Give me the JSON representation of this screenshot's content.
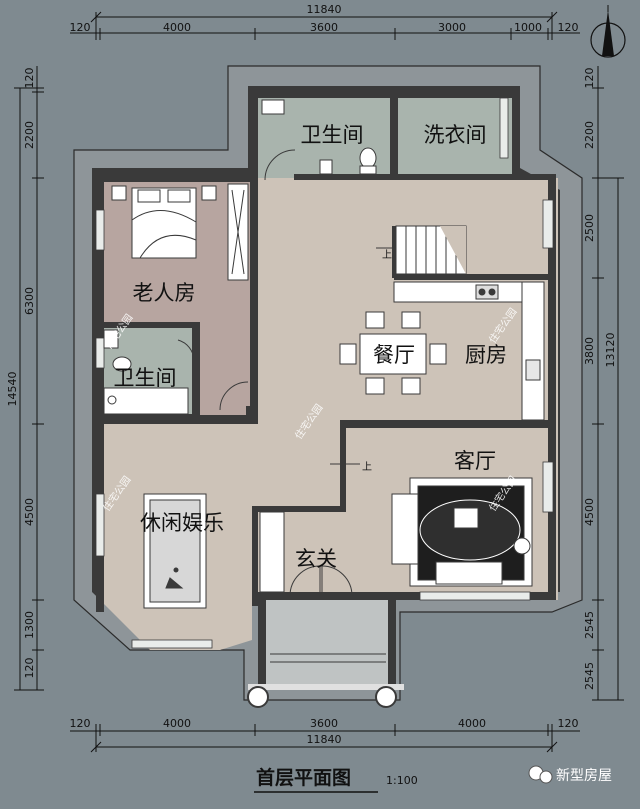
{
  "dimensions": {
    "top_total": "11840",
    "top_segments": [
      "120",
      "4000",
      "3600",
      "3000",
      "1000",
      "120"
    ],
    "bottom_total": "11840",
    "bottom_segments": [
      "120",
      "4000",
      "3600",
      "4000",
      "120"
    ],
    "left_total": "14540",
    "left_segments": [
      "120",
      "2200",
      "6300",
      "4500",
      "1300",
      "120"
    ],
    "right_total": "13120",
    "right_segments": [
      "120",
      "2200",
      "2500",
      "3800",
      "4500",
      "2545",
      "2545"
    ]
  },
  "rooms": {
    "bathroom_top": "卫生间",
    "laundry": "洗衣间",
    "elder_room": "老人房",
    "bathroom_left": "卫生间",
    "dining": "餐厅",
    "kitchen": "厨房",
    "living": "客厅",
    "leisure": "休闲娱乐",
    "foyer": "玄关"
  },
  "stairs_mark": "上",
  "entry_mark": "上",
  "watermark": "住宅公园",
  "title": "首层平面图",
  "scale": "1:100",
  "brand": "新型房屋",
  "colors": {
    "background": "#7f8a90",
    "floor_beige": "#cdc3b8",
    "elder_room": "#b7a5a0",
    "wet_room": "#a9b4ad",
    "wall": "#3a3a3a"
  }
}
